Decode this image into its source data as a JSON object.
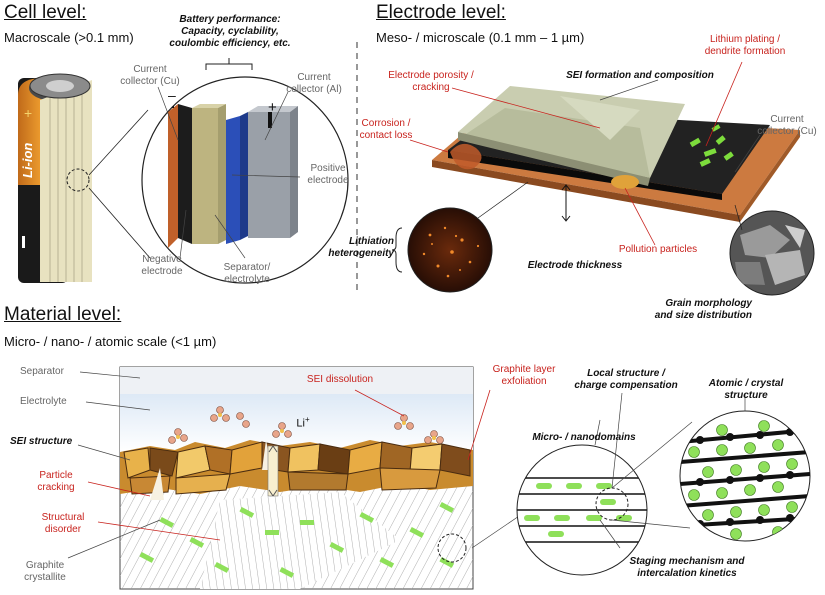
{
  "cell": {
    "title": "Cell level:",
    "subtitle": "Macroscale (>0.1 mm)",
    "battery_label": "Li-ion",
    "performance": [
      "Battery performance:",
      "Capacity, cyclability,",
      "coulombic efficiency, etc."
    ],
    "cu_collector": [
      "Current",
      "collector (Cu)"
    ],
    "al_collector": [
      "Current",
      "collector (Al)"
    ],
    "positive": [
      "Positive",
      "electrode"
    ],
    "negative": [
      "Negative",
      "electrode"
    ],
    "separator": [
      "Separator/",
      "electrolyte"
    ]
  },
  "electrode": {
    "title": "Electrode level:",
    "subtitle": "Meso- / microscale (0.1 mm – 1 µm)",
    "porosity": [
      "Electrode porosity /",
      "cracking"
    ],
    "sei_formation": "SEI formation and composition",
    "plating": [
      "Lithium plating /",
      "dendrite formation"
    ],
    "corrosion": [
      "Corrosion /",
      "contact loss"
    ],
    "cu_collector": [
      "Current",
      "collector (Cu)"
    ],
    "lithiation": [
      "Lithiation",
      "heterogeneity"
    ],
    "pollution": "Pollution particles",
    "thickness": "Electrode thickness",
    "grain": [
      "Grain morphology",
      "and size distribution"
    ]
  },
  "material": {
    "title": "Material level:",
    "subtitle": "Micro- / nano- / atomic scale (<1 µm)",
    "separator": "Separator",
    "electrolyte": "Electrolyte",
    "sei_structure": "SEI structure",
    "cracking": [
      "Particle",
      "cracking"
    ],
    "disorder": [
      "Structural",
      "disorder"
    ],
    "crystallite": [
      "Graphite",
      "crystallite"
    ],
    "sei_dissolution": "SEI dissolution",
    "li_ion": "Li",
    "li_charge": "+",
    "exfoliation": [
      "Graphite layer",
      "exfoliation"
    ],
    "local_structure": [
      "Local structure /",
      "charge compensation"
    ],
    "atomic": [
      "Atomic / crystal",
      "structure"
    ],
    "nanodomains": "Micro- / nanodomains",
    "staging": [
      "Staging mechanism and",
      "intercalation kinetics"
    ]
  }
}
